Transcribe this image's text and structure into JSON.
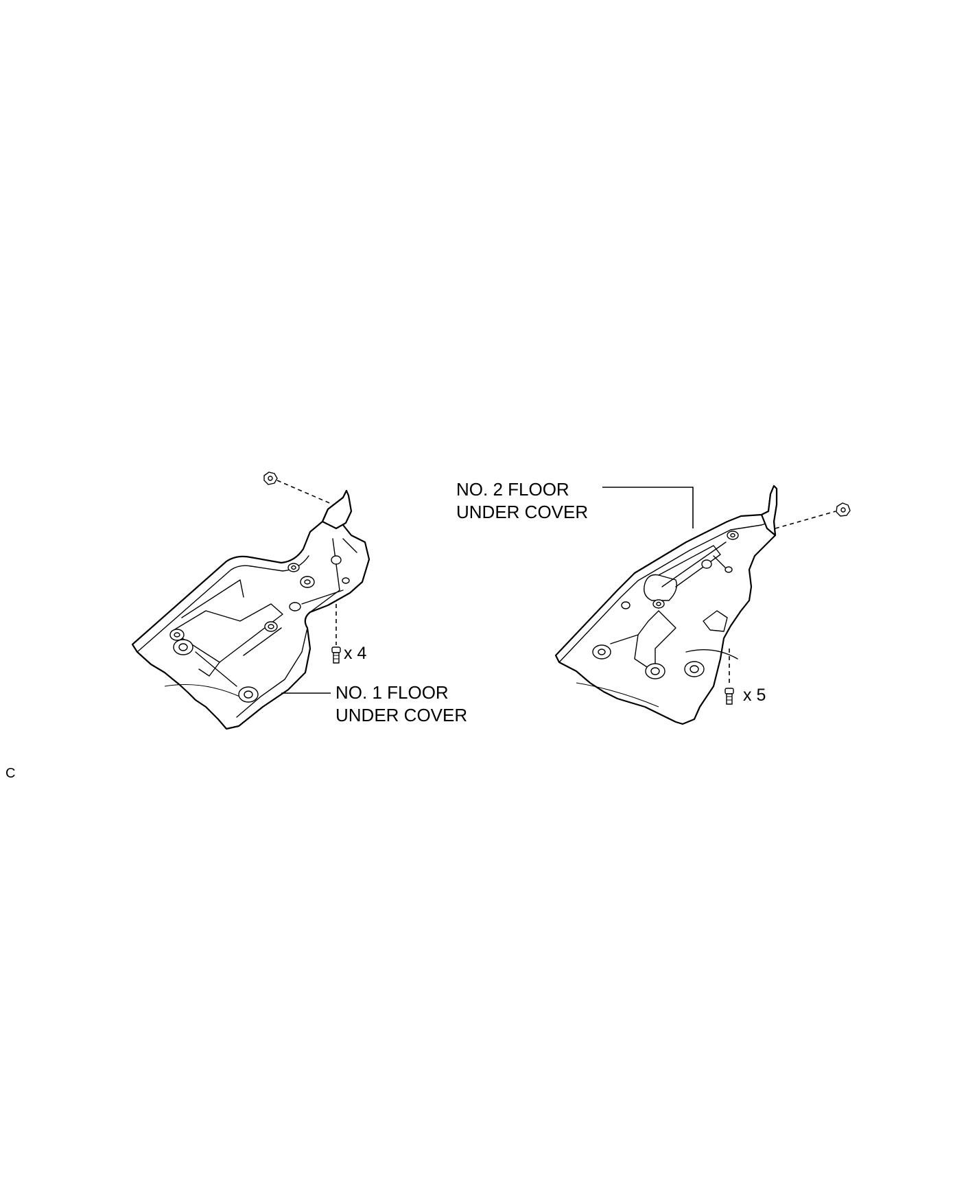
{
  "labels": {
    "no1_line1": "NO. 1 FLOOR",
    "no1_line2": "UNDER COVER",
    "no2_line1": "NO. 2 FLOOR",
    "no2_line2": "UNDER COVER",
    "qty_no1": "x 4",
    "qty_no2": "x 5",
    "corner_code": "C"
  },
  "icons": [
    "bolt-icon",
    "clip-icon"
  ],
  "colors": {
    "line": "#000000",
    "background": "#ffffff"
  }
}
